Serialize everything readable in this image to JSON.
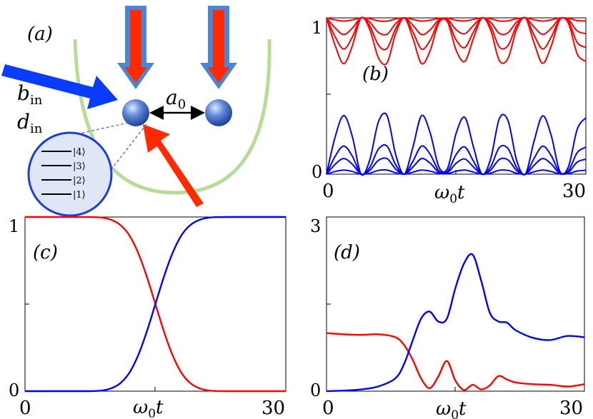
{
  "panel_a": {
    "label": "(a)",
    "b_in": "b",
    "b_in_sub": "in",
    "d_in": "d",
    "d_in_sub": "in",
    "spacing": "a",
    "spacing_sub": "0",
    "levels": [
      "|4⟩",
      "|3⟩",
      "|2⟩",
      "|1⟩"
    ],
    "colors": {
      "trap": "#b8dc96",
      "ion": "#2f58b4",
      "laser_red": "#ff2a00",
      "laser_blue": "#0a3cff",
      "arrow_frame": "#4a86d8",
      "inset": "#dfe7f6"
    }
  },
  "chart_data": [
    {
      "panel": "b",
      "label": "(b)",
      "type": "line",
      "xlabel": "ω",
      "xlabel_sub": "0",
      "xlabel_var": "t",
      "xlim": [
        0,
        30
      ],
      "ylim": [
        0,
        1
      ],
      "xticks": [
        "0",
        "30"
      ],
      "yticks": [
        "0",
        "1"
      ],
      "series": [
        {
          "color": "#ff0000",
          "x": [
            0,
            1,
            2,
            3,
            4,
            5,
            6,
            7,
            8,
            9,
            10,
            11,
            12,
            13,
            14,
            15,
            16,
            17,
            18,
            19,
            20,
            21,
            22,
            23,
            24,
            25,
            26,
            27,
            28,
            29,
            30
          ],
          "y": [
            1,
            0.987,
            0.979,
            0.987,
            1,
            0.995,
            0.981,
            0.979,
            0.993,
            1,
            0.99,
            0.979,
            0.985,
            0.997,
            0.998,
            0.985,
            0.98,
            0.99,
            1,
            0.994,
            0.98,
            0.981,
            0.995,
            1,
            0.988,
            0.979,
            0.987,
            0.999,
            0.997,
            0.983,
            0.98
          ]
        },
        {
          "color": "#ff0000",
          "x": [
            0,
            1,
            2,
            3,
            4,
            5,
            6,
            7,
            8,
            9,
            10,
            11,
            12,
            13,
            14,
            15,
            16,
            17,
            18,
            19,
            20,
            21,
            22,
            23,
            24,
            25,
            26,
            27,
            28,
            29,
            30
          ],
          "y": [
            1,
            0.935,
            0.893,
            0.935,
            1,
            0.973,
            0.907,
            0.895,
            0.963,
            1,
            0.952,
            0.893,
            0.924,
            0.988,
            0.99,
            0.924,
            0.898,
            0.952,
            1,
            0.971,
            0.9,
            0.905,
            0.974,
            1,
            0.942,
            0.894,
            0.934,
            0.996,
            0.987,
            0.916,
            0.899
          ]
        },
        {
          "color": "#ff0000",
          "x": [
            0,
            1,
            2,
            3,
            4,
            5,
            6,
            7,
            8,
            9,
            10,
            11,
            12,
            13,
            14,
            15,
            16,
            17,
            18,
            19,
            20,
            21,
            22,
            23,
            24,
            25,
            26,
            27,
            28,
            29,
            30
          ],
          "y": [
            1,
            0.879,
            0.8,
            0.879,
            1,
            0.949,
            0.826,
            0.804,
            0.931,
            1,
            0.91,
            0.8,
            0.858,
            0.978,
            0.981,
            0.858,
            0.81,
            0.91,
            1,
            0.945,
            0.813,
            0.823,
            0.951,
            1,
            0.891,
            0.801,
            0.877,
            0.992,
            0.975,
            0.842,
            0.811
          ]
        },
        {
          "color": "#ff0000",
          "x": [
            0,
            1,
            2,
            3,
            4,
            5,
            6,
            7,
            8,
            9,
            10,
            11,
            12,
            13,
            14,
            15,
            16,
            17,
            18,
            19,
            20,
            21,
            22,
            23,
            24,
            25,
            26,
            27,
            28,
            29,
            30
          ],
          "y": [
            1,
            0.823,
            0.707,
            0.823,
            1,
            0.926,
            0.745,
            0.712,
            0.899,
            1,
            0.868,
            0.707,
            0.792,
            0.968,
            0.973,
            0.792,
            0.721,
            0.868,
            1,
            0.919,
            0.726,
            0.741,
            0.928,
            1,
            0.841,
            0.709,
            0.82,
            0.989,
            0.963,
            0.769,
            0.722
          ]
        },
        {
          "color": "#0000ff",
          "x": [
            0,
            1,
            2,
            3,
            4,
            5,
            6,
            7,
            8,
            9,
            10,
            11,
            12,
            13,
            14,
            15,
            16,
            17,
            18,
            19,
            20,
            21,
            22,
            23,
            24,
            25,
            26,
            27,
            28,
            29,
            30
          ],
          "y": [
            0,
            0.017,
            0.026,
            0.017,
            0,
            0.006,
            0.024,
            0.026,
            0.009,
            0,
            0.013,
            0.026,
            0.019,
            0.004,
            0.003,
            0.019,
            0.026,
            0.013,
            0,
            0.007,
            0.025,
            0.024,
            0.006,
            0,
            0.015,
            0.026,
            0.017,
            0.001,
            0.004,
            0.02,
            0.025
          ]
        },
        {
          "color": "#0000ff",
          "x": [
            0,
            1,
            2,
            3,
            4,
            5,
            6,
            7,
            8,
            9,
            10,
            11,
            12,
            13,
            14,
            15,
            16,
            17,
            18,
            19,
            20,
            21,
            22,
            23,
            24,
            25,
            26,
            27,
            28,
            29,
            30
          ],
          "y": [
            0,
            0.063,
            0.1,
            0.063,
            0,
            0.024,
            0.088,
            0.1,
            0.033,
            0,
            0.046,
            0.1,
            0.07,
            0.012,
            0.01,
            0.07,
            0.097,
            0.046,
            0,
            0.027,
            0.095,
            0.091,
            0.023,
            0,
            0.056,
            0.1,
            0.065,
            0.004,
            0.013,
            0.077,
            0.096
          ]
        },
        {
          "color": "#0000ff",
          "x": [
            0,
            1,
            2,
            3,
            4,
            5,
            6,
            7,
            8,
            9,
            10,
            11,
            12,
            13,
            14,
            15,
            16,
            17,
            18,
            19,
            20,
            21,
            22,
            23,
            24,
            25,
            26,
            27,
            28,
            29,
            30
          ],
          "y": [
            0,
            0.114,
            0.18,
            0.114,
            0,
            0.043,
            0.16,
            0.18,
            0.06,
            0,
            0.083,
            0.18,
            0.126,
            0.022,
            0.018,
            0.126,
            0.174,
            0.083,
            0,
            0.048,
            0.171,
            0.164,
            0.042,
            0,
            0.1,
            0.179,
            0.118,
            0.008,
            0.024,
            0.138,
            0.173
          ]
        },
        {
          "color": "#0000ff",
          "x": [
            0,
            1,
            2,
            3,
            4,
            5,
            6,
            7,
            8,
            9,
            10,
            11,
            12,
            13,
            14,
            15,
            16,
            17,
            18,
            19,
            20,
            21,
            22,
            23,
            24,
            25,
            26,
            27,
            28,
            29,
            30
          ],
          "y": [
            0,
            0.238,
            0.375,
            0.238,
            0,
            0.09,
            0.334,
            0.375,
            0.126,
            0,
            0.174,
            0.375,
            0.262,
            0.046,
            0.037,
            0.262,
            0.363,
            0.174,
            0,
            0.1,
            0.356,
            0.342,
            0.087,
            0,
            0.209,
            0.373,
            0.246,
            0.017,
            0.05,
            0.287,
            0.361
          ]
        }
      ]
    },
    {
      "panel": "c",
      "label": "(c)",
      "type": "line",
      "xlabel": "ω",
      "xlabel_sub": "0",
      "xlabel_var": "t",
      "xlim": [
        0,
        30
      ],
      "ylim": [
        0,
        1
      ],
      "xticks": [
        "0",
        "30"
      ],
      "yticks": [
        "0",
        "1"
      ],
      "series": [
        {
          "color": "#ff0000",
          "x": [
            0,
            2,
            4,
            6,
            8,
            9,
            10,
            11,
            12,
            13,
            14,
            15,
            16,
            17,
            18,
            19,
            20,
            21,
            22,
            24,
            26,
            28,
            30
          ],
          "y": [
            1,
            1,
            1,
            1,
            0.999,
            0.995,
            0.982,
            0.953,
            0.895,
            0.796,
            0.66,
            0.5,
            0.34,
            0.204,
            0.105,
            0.047,
            0.018,
            0.005,
            0.001,
            0,
            0,
            0,
            0
          ]
        },
        {
          "color": "#0000ff",
          "x": [
            0,
            2,
            4,
            6,
            8,
            9,
            10,
            11,
            12,
            13,
            14,
            15,
            16,
            17,
            18,
            19,
            20,
            21,
            22,
            24,
            26,
            28,
            30
          ],
          "y": [
            0,
            0,
            0,
            0,
            0.001,
            0.005,
            0.018,
            0.047,
            0.105,
            0.204,
            0.34,
            0.5,
            0.66,
            0.796,
            0.895,
            0.953,
            0.982,
            0.995,
            0.999,
            1,
            1,
            1,
            1
          ]
        }
      ]
    },
    {
      "panel": "d",
      "label": "(d)",
      "type": "line",
      "xlabel": "ω",
      "xlabel_sub": "0",
      "xlabel_var": "t",
      "xlim": [
        0,
        30
      ],
      "ylim": [
        0,
        3
      ],
      "xticks": [
        "0",
        "30"
      ],
      "yticks": [
        "0",
        "3"
      ],
      "series": [
        {
          "color": "#ff0000",
          "x": [
            0,
            2,
            4,
            6,
            8,
            9,
            10,
            11,
            12,
            13,
            14,
            15,
            16,
            17,
            18,
            19,
            20,
            21,
            22,
            24,
            26,
            28,
            30
          ],
          "y": [
            1,
            0.98,
            0.97,
            0.98,
            0.93,
            0.8,
            0.55,
            0.22,
            0.05,
            0.25,
            0.52,
            0.18,
            0.02,
            0.11,
            0.03,
            0.1,
            0.26,
            0.2,
            0.15,
            0.12,
            0.11,
            0.08,
            0.12
          ]
        },
        {
          "color": "#0000ff",
          "x": [
            0,
            2,
            4,
            6,
            8,
            9,
            10,
            11,
            12,
            13,
            14,
            15,
            16,
            17,
            18,
            19,
            20,
            21,
            22,
            24,
            26,
            28,
            30
          ],
          "y": [
            0,
            0.01,
            0.03,
            0.08,
            0.22,
            0.46,
            0.86,
            1.25,
            1.37,
            1.2,
            1.25,
            1.78,
            2.2,
            2.35,
            1.9,
            1.35,
            1.2,
            1.18,
            1.05,
            0.92,
            0.88,
            0.95,
            0.93
          ]
        }
      ]
    }
  ]
}
